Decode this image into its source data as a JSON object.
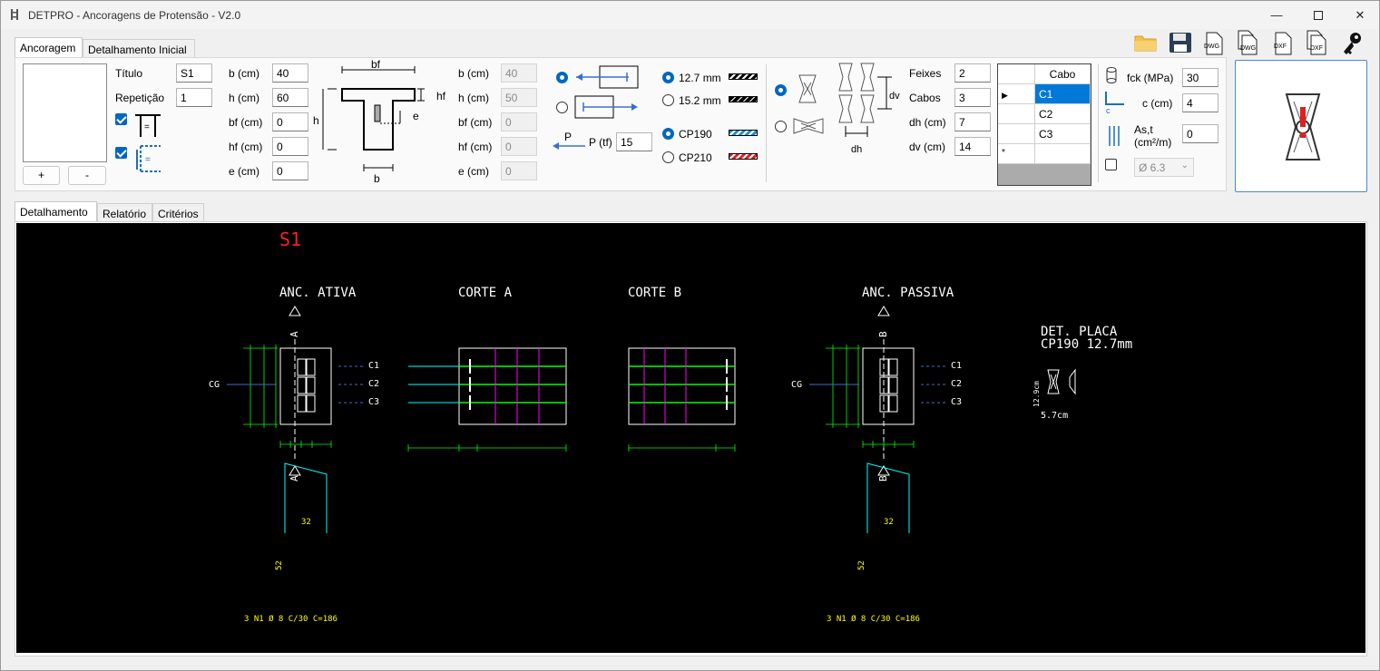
{
  "window": {
    "title": "DETPRO - Ancoragens de Protensão - V2.0"
  },
  "top_tabs": [
    {
      "label": "Ancoragem"
    },
    {
      "label": "Detalhamento Inicial"
    }
  ],
  "section": {
    "list_add": "+",
    "list_remove": "-",
    "titulo_label": "Título",
    "titulo_value": "S1",
    "repeticao_label": "Repetição",
    "repeticao_value": "1",
    "fields": [
      {
        "label": "b (cm)",
        "value": "40"
      },
      {
        "label": "h (cm)",
        "value": "60"
      },
      {
        "label": "bf (cm)",
        "value": "0"
      },
      {
        "label": "hf (cm)",
        "value": "0"
      },
      {
        "label": "e (cm)",
        "value": "0"
      }
    ],
    "diagram_labels": {
      "bf": "bf",
      "hf": "hf",
      "h": "h",
      "e": "e",
      "b": "b"
    },
    "fields_disabled": [
      {
        "label": "b (cm)",
        "value": "40"
      },
      {
        "label": "h (cm)",
        "value": "50"
      },
      {
        "label": "bf (cm)",
        "value": "0"
      },
      {
        "label": "hf (cm)",
        "value": "0"
      },
      {
        "label": "e (cm)",
        "value": "0"
      }
    ]
  },
  "force": {
    "p_symbol": "P",
    "label": "P (tf)",
    "value": "15"
  },
  "strand": {
    "sizes": [
      {
        "label": "12.7 mm",
        "selected": true
      },
      {
        "label": "15.2 mm",
        "selected": false
      }
    ],
    "grades": [
      {
        "label": "CP190",
        "selected": true,
        "color": "#1a8fd0"
      },
      {
        "label": "CP210",
        "selected": false,
        "color": "#e02020"
      }
    ]
  },
  "cables": {
    "dv_label": "dv",
    "dh_label": "dh",
    "feixes_label": "Feixes",
    "feixes_value": "2",
    "cabos_label": "Cabos",
    "cabos_value": "3",
    "dh_field_label": "dh (cm)",
    "dh_value": "7",
    "dv_field_label": "dv (cm)",
    "dv_value": "14",
    "grid_header": "Cabo",
    "grid_rows": [
      "C1",
      "C2",
      "C3"
    ],
    "new_row_marker": "*"
  },
  "concrete": {
    "fck_label": "fck (MPa)",
    "fck_value": "30",
    "c_label": "c (cm)",
    "c_value": "4",
    "c_symbol": "c",
    "ast_label_1": "As,t",
    "ast_label_2": "(cm²/m)",
    "ast_value": "0",
    "bar_select": "Ø 6.3"
  },
  "bottom_tabs": [
    {
      "label": "Detalhamento"
    },
    {
      "label": "Relatório"
    },
    {
      "label": "Critérios"
    }
  ],
  "drawing": {
    "title": "S1",
    "views": [
      "ANC. ATIVA",
      "CORTE A",
      "CORTE B",
      "ANC. PASSIVA"
    ],
    "cg": "CG",
    "cable_labels": [
      "C1",
      "C2",
      "C3"
    ],
    "section_marks": [
      "A",
      "B"
    ],
    "det_placa_1": "DET. PLACA",
    "det_placa_2": "CP190 12.7mm",
    "plate_h": "12.9cm",
    "plate_w": "5.7cm",
    "bar_dim_top": "32",
    "bar_dim_side": "52",
    "bar_spec": "3  N1  Ø 8  C/30  C=186"
  },
  "colors": {
    "accent": "#0067c0",
    "drawing_bg": "#000000",
    "cad_green": "#00ff00",
    "cad_cyan": "#00ffff",
    "cad_yellow": "#ffff00",
    "cad_magenta": "#ff00ff",
    "cad_red": "#ff2020"
  }
}
